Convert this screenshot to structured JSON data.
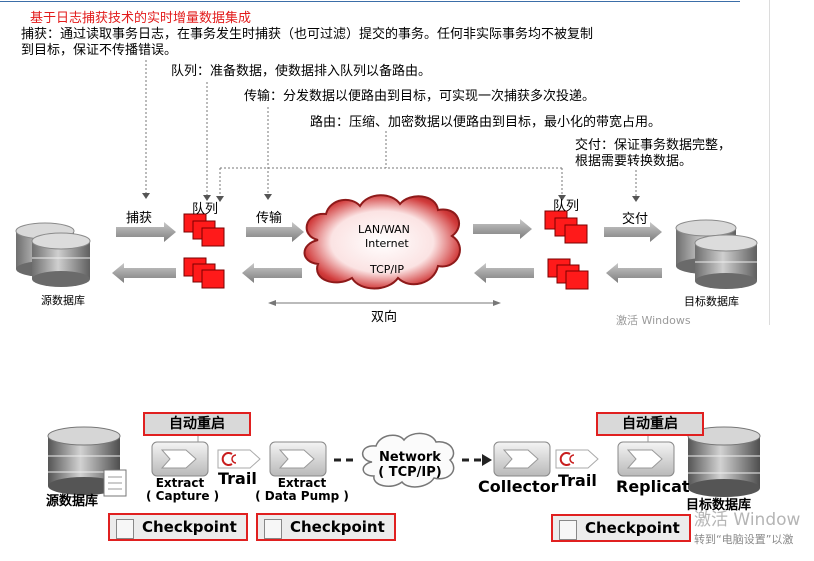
{
  "top": {
    "title": "基于日志捕获技术的实时增量数据集成",
    "capture_desc_line1": "捕获：通过读取事务日志，在事务发生时捕获（也可过滤）提交的事务。任何非实际事务均不被复制",
    "capture_desc_line2": "到目标，保证不传播错误。",
    "queue_desc": "队列：准备数据，使数据排入队列以备路由。",
    "transmit_desc": "传输：分发数据以便路由到目标，可实现一次捕获多次投递。",
    "route_desc": "路由：压缩、加密数据以便路由到目标，最小化的带宽占用。",
    "deliver_desc_line1": "交付：保证事务数据完整，",
    "deliver_desc_line2": "根据需要转换数据。",
    "label_capture": "捕获",
    "label_queue_left": "队列",
    "label_transmit": "传输",
    "label_queue_right": "队列",
    "label_deliver": "交付",
    "cloud_line1": "LAN/WAN",
    "cloud_line2": "Internet",
    "cloud_line3": "TCP/IP",
    "source_db": "源数据库",
    "target_db": "目标数据库",
    "bidirectional": "双向",
    "watermark": "激活 Windows"
  },
  "bottom": {
    "restart_left": "自动重启",
    "restart_right": "自动重启",
    "source_db": "源数据库",
    "target_db": "目标数据库",
    "extract1_line1": "Extract",
    "extract1_line2": "( Capture )",
    "trail1": "Trail",
    "extract2_line1": "Extract",
    "extract2_line2": "( Data Pump )",
    "network_line1": "Network",
    "network_line2": "( TCP/IP)",
    "collector": "Collector",
    "trail2": "Trail",
    "replicat": "Replicat",
    "checkpoint1": "Checkpoint",
    "checkpoint2": "Checkpoint",
    "checkpoint3": "Checkpoint",
    "watermark_big": "激活 Window",
    "watermark_small": "转到“电脑设置”以激"
  },
  "colors": {
    "accent_red": "#e02020",
    "queue_red": "#ff1a1a",
    "arrow_gray": "#9a9a9a",
    "db_gray": "#8c8c8c"
  }
}
